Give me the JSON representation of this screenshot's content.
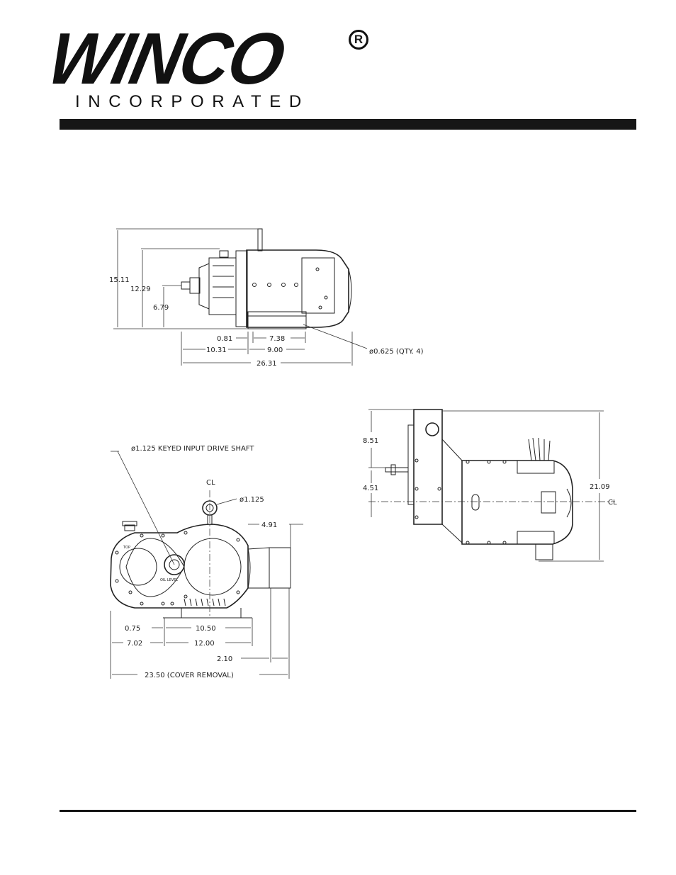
{
  "brand": {
    "name": "WINCO",
    "subtitle": "INCORPORATED",
    "registered": "R"
  },
  "views": {
    "top": {
      "dims": {
        "d_15_11": "15.11",
        "d_12_29": "12.29",
        "d_6_79": "6.79",
        "d_0_81": "0.81",
        "d_7_38": "7.38",
        "d_10_31": "10.31",
        "d_9_00": "9.00",
        "d_26_31": "26.31"
      },
      "hole_note": "ø0.625 (QTY. 4)"
    },
    "front": {
      "shaft_note": "ø1.125 KEYED INPUT DRIVE SHAFT",
      "centerline": "CL",
      "eye_dia": "ø1.125",
      "oil_label": "OIL LEVEL",
      "dims": {
        "d_4_91": "4.91",
        "d_0_75": "0.75",
        "d_10_50": "10.50",
        "d_7_02": "7.02",
        "d_12_00": "12.00",
        "d_2_10": "2.10",
        "d_23_50": "23.50 (COVER REMOVAL)"
      }
    },
    "side": {
      "dims": {
        "d_8_51": "8.51",
        "d_4_51": "4.51",
        "d_21_09": "21.09"
      },
      "centerline": "CL"
    }
  }
}
